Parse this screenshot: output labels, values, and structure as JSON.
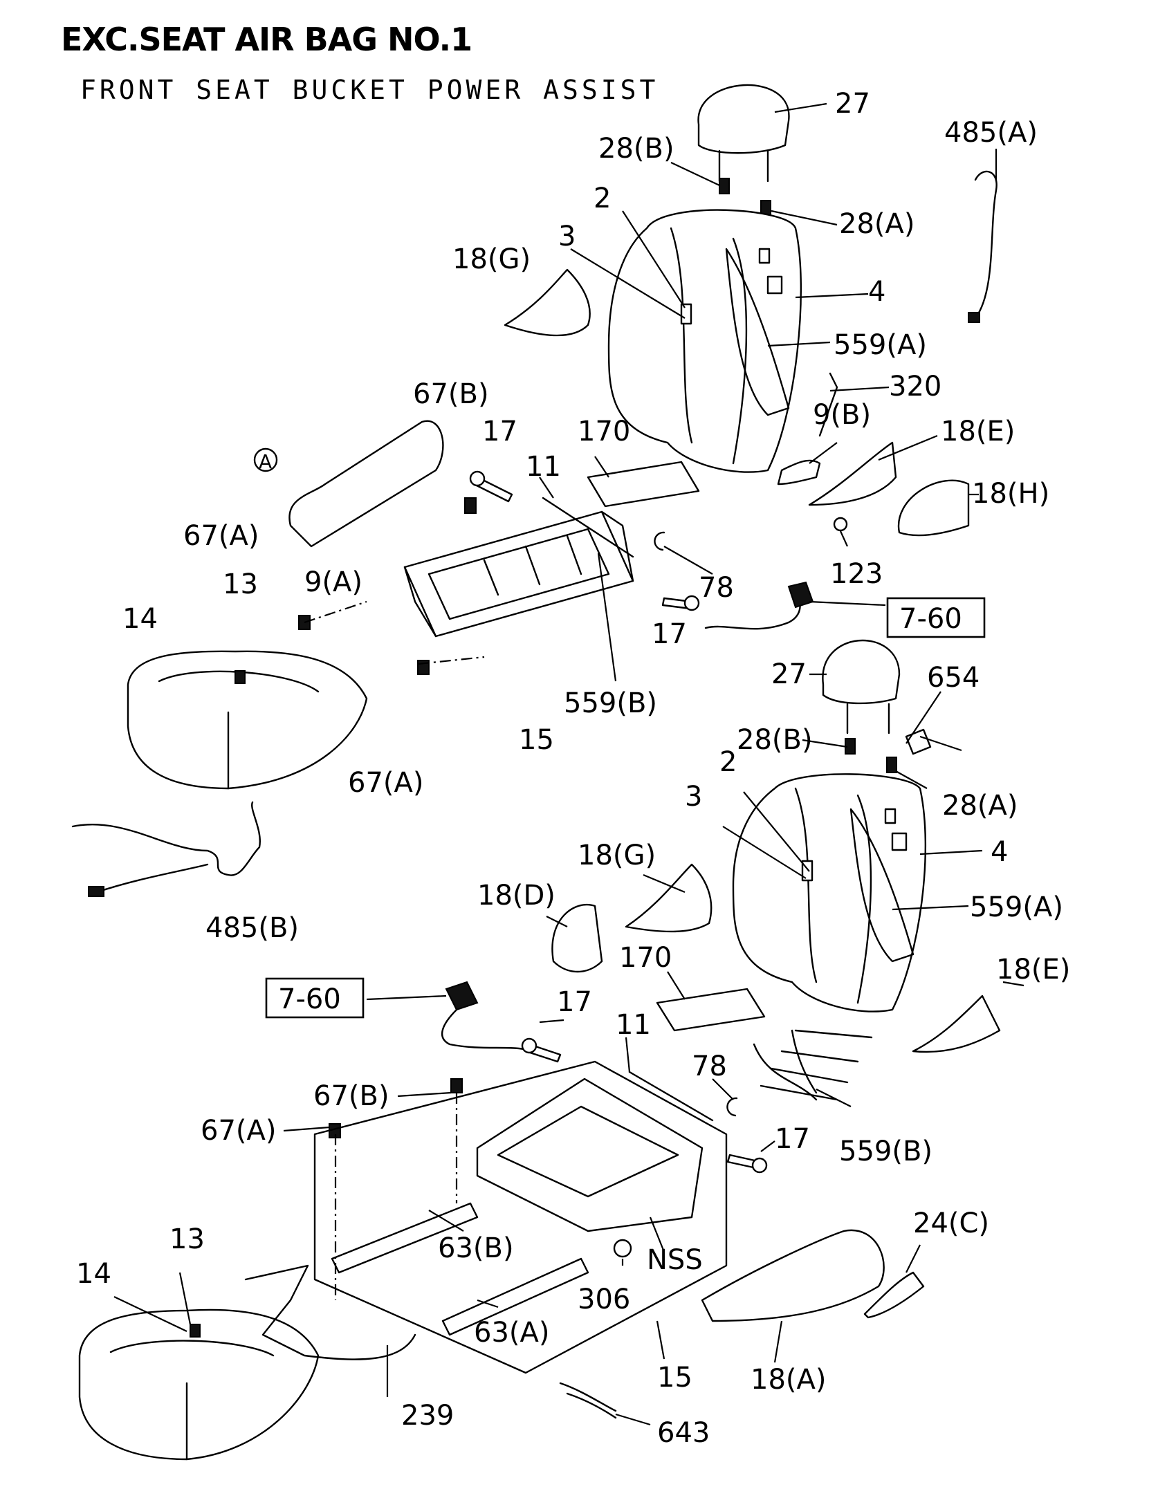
{
  "title": "EXC.SEAT AIR BAG NO.1",
  "subtitle": "FRONT SEAT BUCKET POWER ASSIST",
  "callouts": [
    {
      "id": "27-top",
      "text": "27"
    },
    {
      "id": "485A",
      "text": "485(A)"
    },
    {
      "id": "28B-top",
      "text": "28(B)"
    },
    {
      "id": "28A-top",
      "text": "28(A)"
    },
    {
      "id": "2-top",
      "text": "2"
    },
    {
      "id": "3-top",
      "text": "3"
    },
    {
      "id": "18G-top",
      "text": "18(G)"
    },
    {
      "id": "4-top",
      "text": "4"
    },
    {
      "id": "559A-top",
      "text": "559(A)"
    },
    {
      "id": "320",
      "text": "320"
    },
    {
      "id": "67B-top",
      "text": "67(B)"
    },
    {
      "id": "9B",
      "text": "9(B)"
    },
    {
      "id": "18E-top",
      "text": "18(E)"
    },
    {
      "id": "17-a",
      "text": "17"
    },
    {
      "id": "170-top",
      "text": "170"
    },
    {
      "id": "11-top",
      "text": "11"
    },
    {
      "id": "18H",
      "text": "18(H)"
    },
    {
      "id": "circle-A",
      "text": "A"
    },
    {
      "id": "67A-1",
      "text": "67(A)"
    },
    {
      "id": "9A",
      "text": "9(A)"
    },
    {
      "id": "78-top",
      "text": "78"
    },
    {
      "id": "123",
      "text": "123"
    },
    {
      "id": "13-top",
      "text": "13"
    },
    {
      "id": "14-top",
      "text": "14"
    },
    {
      "id": "17-b",
      "text": "17"
    },
    {
      "id": "7-60-top",
      "text": "7-60"
    },
    {
      "id": "559B-top",
      "text": "559(B)"
    },
    {
      "id": "27-bot",
      "text": "27"
    },
    {
      "id": "654",
      "text": "654"
    },
    {
      "id": "15-top",
      "text": "15"
    },
    {
      "id": "28B-bot",
      "text": "28(B)"
    },
    {
      "id": "67A-2",
      "text": "67(A)"
    },
    {
      "id": "2-bot",
      "text": "2"
    },
    {
      "id": "28A-bot",
      "text": "28(A)"
    },
    {
      "id": "3-bot",
      "text": "3"
    },
    {
      "id": "4-bot",
      "text": "4"
    },
    {
      "id": "18G-bot",
      "text": "18(G)"
    },
    {
      "id": "485B",
      "text": "485(B)"
    },
    {
      "id": "18D",
      "text": "18(D)"
    },
    {
      "id": "559A-bot",
      "text": "559(A)"
    },
    {
      "id": "170-bot",
      "text": "170"
    },
    {
      "id": "18E-bot",
      "text": "18(E)"
    },
    {
      "id": "7-60-bot",
      "text": "7-60"
    },
    {
      "id": "17-c",
      "text": "17"
    },
    {
      "id": "11-bot",
      "text": "11"
    },
    {
      "id": "78-bot",
      "text": "78"
    },
    {
      "id": "67B-bot",
      "text": "67(B)"
    },
    {
      "id": "17-d",
      "text": "17"
    },
    {
      "id": "559B-bot",
      "text": "559(B)"
    },
    {
      "id": "67A-3",
      "text": "67(A)"
    },
    {
      "id": "24C",
      "text": "24(C)"
    },
    {
      "id": "63B",
      "text": "63(B)"
    },
    {
      "id": "NSS",
      "text": "NSS"
    },
    {
      "id": "13-bot",
      "text": "13"
    },
    {
      "id": "14-bot",
      "text": "14"
    },
    {
      "id": "306",
      "text": "306"
    },
    {
      "id": "63A",
      "text": "63(A)"
    },
    {
      "id": "15-bot",
      "text": "15"
    },
    {
      "id": "18A",
      "text": "18(A)"
    },
    {
      "id": "239",
      "text": "239"
    },
    {
      "id": "643",
      "text": "643"
    }
  ]
}
